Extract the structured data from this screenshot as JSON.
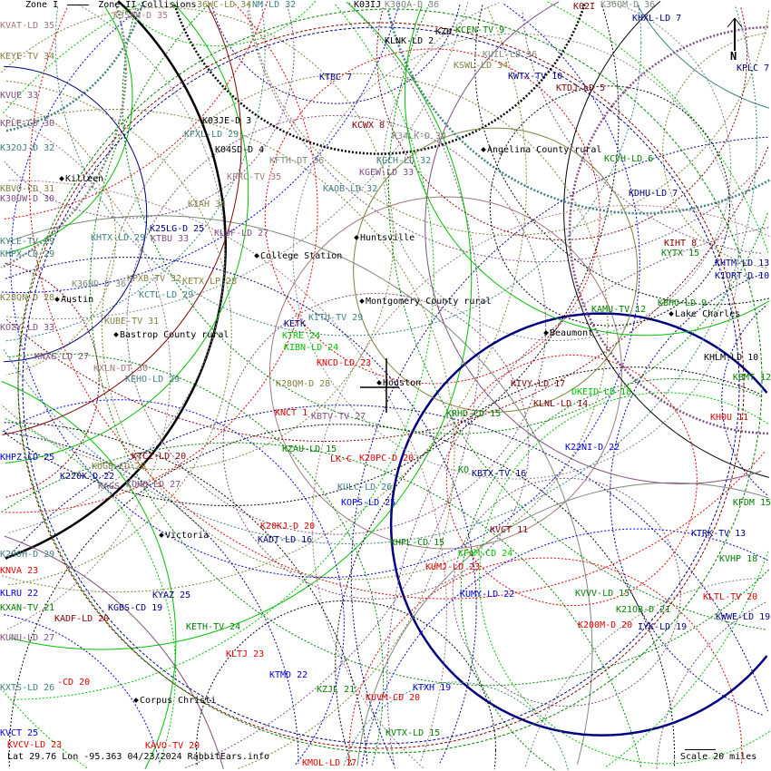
{
  "legend": {
    "zone1": "Zone I",
    "zone2": "Zone II",
    "collisions": "Collisions"
  },
  "north_label": "N",
  "footer": {
    "coords": "Lat 29.76 Lon -95.363 04/23/2024 RabbitEars.info",
    "scale": "Scale 20 miles"
  },
  "colors": {
    "rosy": "#a07878",
    "olive": "#808040",
    "purple": "#805080",
    "teal": "#408080",
    "navy": "#000080",
    "black": "#000000",
    "darkred": "#800000",
    "green": "#008000",
    "bright": "#00c000",
    "red": "#e00000",
    "blue": "#0000e0",
    "gray": "#7a8a7a"
  },
  "stations": [
    {
      "text": "KVAT-LD 35",
      "color": "rosy"
    },
    {
      "text": "KEYE-TV 34",
      "color": "olive"
    },
    {
      "text": "KVUE 33",
      "color": "purple"
    },
    {
      "text": "KPLE-CD 30",
      "color": "purple"
    },
    {
      "text": "K32OJ-D 32",
      "color": "teal"
    },
    {
      "text": "KBVO-CD 31",
      "color": "olive"
    },
    {
      "text": "K30UW-D 30",
      "color": "purple"
    },
    {
      "text": "KYLE-TV 29",
      "color": "teal"
    },
    {
      "text": "KHPX-CD 29",
      "color": "teal"
    },
    {
      "text": "K28QN-D 28",
      "color": "olive"
    },
    {
      "text": "KOZY-LD 33",
      "color": "purple"
    },
    {
      "text": "KNXG-LD 27",
      "color": "purple"
    },
    {
      "text": "K35PH-D 35",
      "color": "rosy"
    },
    {
      "text": "36WC-LD 34",
      "color": "olive"
    },
    {
      "text": "NM-LD 32",
      "color": "teal"
    },
    {
      "text": "K03IJ",
      "color": "black"
    },
    {
      "text": "K36QA-D 36",
      "color": "gray"
    },
    {
      "text": "K02I",
      "color": "darkred"
    },
    {
      "text": "K36QM-D 36",
      "color": "gray"
    },
    {
      "text": "KHXL-LD 7",
      "color": "navy"
    },
    {
      "text": "KPLC 7",
      "color": "navy"
    },
    {
      "text": "KLNK-LD 2",
      "color": "black"
    },
    {
      "text": "KZH",
      "color": "black"
    },
    {
      "text": "KCEN-TV 9",
      "color": "green"
    },
    {
      "text": "KUIL-LD 36",
      "color": "gray"
    },
    {
      "text": "KSWL-LD 34",
      "color": "olive"
    },
    {
      "text": "KWTX-TV 10",
      "color": "navy"
    },
    {
      "text": "KTBC 7",
      "color": "navy"
    },
    {
      "text": "KTDJ-LD 5",
      "color": "darkred"
    },
    {
      "text": "K03JE-D 3",
      "color": "black"
    },
    {
      "text": "KFXL-LD 29",
      "color": "teal"
    },
    {
      "text": "K04SD-D 4",
      "color": "black"
    },
    {
      "text": "KFTH-DT 36",
      "color": "gray"
    },
    {
      "text": "KCWX 8",
      "color": "darkred"
    },
    {
      "text": "K34LK-D 34",
      "color": "gray"
    },
    {
      "text": "KGCH-LD 32",
      "color": "teal"
    },
    {
      "text": "KGEW-LD 33",
      "color": "purple"
    },
    {
      "text": "KCVH-LD 6",
      "color": "green"
    },
    {
      "text": "KPRC-TV 35",
      "color": "rosy"
    },
    {
      "text": "KAOB-LD 32",
      "color": "teal"
    },
    {
      "text": "KDHU-LD 7",
      "color": "navy"
    },
    {
      "text": "KIAH 34",
      "color": "olive"
    },
    {
      "text": "K25LG-D 25",
      "color": "navy"
    },
    {
      "text": "KLUF-LD 27",
      "color": "purple"
    },
    {
      "text": "KHTX-LD 29",
      "color": "teal"
    },
    {
      "text": "KTBU 33",
      "color": "purple"
    },
    {
      "text": "KIHT 8",
      "color": "darkred"
    },
    {
      "text": "KYTX 15",
      "color": "green"
    },
    {
      "text": "KHTM-LD 13",
      "color": "navy"
    },
    {
      "text": "K1ORT-D 10",
      "color": "navy"
    },
    {
      "text": "KPXB-TV 32",
      "color": "olive"
    },
    {
      "text": "KETX-LP 28",
      "color": "olive"
    },
    {
      "text": "K36ND-D 36",
      "color": "gray"
    },
    {
      "text": "KCTL-LD 29",
      "color": "teal"
    },
    {
      "text": "KBHO-LD 9",
      "color": "green"
    },
    {
      "text": "KAMU-TV 12",
      "color": "green"
    },
    {
      "text": "KETK",
      "color": "navy"
    },
    {
      "text": "KITU-TV 29",
      "color": "teal"
    },
    {
      "text": "KUBE-TV 31",
      "color": "olive"
    },
    {
      "text": "KTRE 24",
      "color": "bright"
    },
    {
      "text": "KIBN-LD 24",
      "color": "bright"
    },
    {
      "text": "KHLM-LD 10",
      "color": "black"
    },
    {
      "text": "KNCD-LD 23",
      "color": "red"
    },
    {
      "text": "KXLN-DT 30",
      "color": "rosy"
    },
    {
      "text": "KBMT 12",
      "color": "green"
    },
    {
      "text": "KEHO-LD 29",
      "color": "teal"
    },
    {
      "text": "K28QM-D 28",
      "color": "olive"
    },
    {
      "text": "KIVY-LD 17",
      "color": "darkred"
    },
    {
      "text": "DKEID-LD 18",
      "color": "bright"
    },
    {
      "text": "KLNL-LD 14",
      "color": "darkred"
    },
    {
      "text": "KRHD-CD 15",
      "color": "green"
    },
    {
      "text": "KNCT 1",
      "color": "red"
    },
    {
      "text": "KBTV-TV 27",
      "color": "purple"
    },
    {
      "text": "KHOU 11",
      "color": "red"
    },
    {
      "text": "KZAU-LD 15",
      "color": "green"
    },
    {
      "text": "K22NI-D 22",
      "color": "blue"
    },
    {
      "text": "KHPZ-CD 25",
      "color": "blue"
    },
    {
      "text": "KTCZ-LD 20",
      "color": "darkred"
    },
    {
      "text": "LK-C",
      "color": "red"
    },
    {
      "text": "K20PC-D 20",
      "color": "red"
    },
    {
      "text": "KUGB-CD 28",
      "color": "olive"
    },
    {
      "text": "K220K-D 22",
      "color": "navy"
    },
    {
      "text": "KAGS",
      "color": "purple"
    },
    {
      "text": "KQHO-LD 27",
      "color": "purple"
    },
    {
      "text": "KO",
      "color": "green"
    },
    {
      "text": "KBTX-TV 16",
      "color": "navy"
    },
    {
      "text": "KULC-LD 26",
      "color": "teal"
    },
    {
      "text": "KOPS-LD 25",
      "color": "blue"
    },
    {
      "text": "KFDM 15",
      "color": "green"
    },
    {
      "text": "K20KJ-D 20",
      "color": "red"
    },
    {
      "text": "KVCT 11",
      "color": "darkred"
    },
    {
      "text": "KADT-LD 16",
      "color": "navy"
    },
    {
      "text": "KTRK-TV 13",
      "color": "navy"
    },
    {
      "text": "K290H-D 29",
      "color": "teal"
    },
    {
      "text": "KHPL-CD 15",
      "color": "green"
    },
    {
      "text": "KFAM-CD 24",
      "color": "bright"
    },
    {
      "text": "KVHP 18",
      "color": "green"
    },
    {
      "text": "KNVA 23",
      "color": "red"
    },
    {
      "text": "KUMJ-LD 23",
      "color": "red"
    },
    {
      "text": "KLRU 22",
      "color": "blue"
    },
    {
      "text": "KYAZ 25",
      "color": "navy"
    },
    {
      "text": "KUMY-LD 22",
      "color": "blue"
    },
    {
      "text": "KVVV-LD 15",
      "color": "green"
    },
    {
      "text": "KLTL-TV 20",
      "color": "red"
    },
    {
      "text": "KXAN-TV 21",
      "color": "green"
    },
    {
      "text": "KGBS-CD 19",
      "color": "navy"
    },
    {
      "text": "K21OB-D 21",
      "color": "green"
    },
    {
      "text": "KADF-LD 20",
      "color": "darkred"
    },
    {
      "text": "KWWE-LD 19",
      "color": "navy"
    },
    {
      "text": "IYK-LD 19",
      "color": "navy"
    },
    {
      "text": "K200M-D 20",
      "color": "red"
    },
    {
      "text": "KETH-TV 24",
      "color": "green"
    },
    {
      "text": "KUNU-LD 27",
      "color": "purple"
    },
    {
      "text": "KLTJ 23",
      "color": "red"
    },
    {
      "text": "KTMD 22",
      "color": "blue"
    },
    {
      "text": "-CD 20",
      "color": "red"
    },
    {
      "text": "KXTS-LD 26",
      "color": "teal"
    },
    {
      "text": "KZJL 21",
      "color": "green"
    },
    {
      "text": "KTXH 19",
      "color": "blue"
    },
    {
      "text": "KUVM-CD 20",
      "color": "red"
    },
    {
      "text": "KVCT 25",
      "color": "blue"
    },
    {
      "text": "KVTX-LD 15",
      "color": "green"
    },
    {
      "text": "KVCV-LD 23",
      "color": "red"
    },
    {
      "text": "KAVO-TV 20",
      "color": "red"
    },
    {
      "text": "KMOL-LD 17",
      "color": "red"
    }
  ],
  "cities": [
    "Angelina County rural",
    "Killeen",
    "Huntsville",
    "College Station",
    "Austin",
    "Montgomery County rural",
    "Lake Charles",
    "Bastrop County rural",
    "Beaumont",
    "Houston",
    "Victoria",
    "Corpus Christi"
  ]
}
